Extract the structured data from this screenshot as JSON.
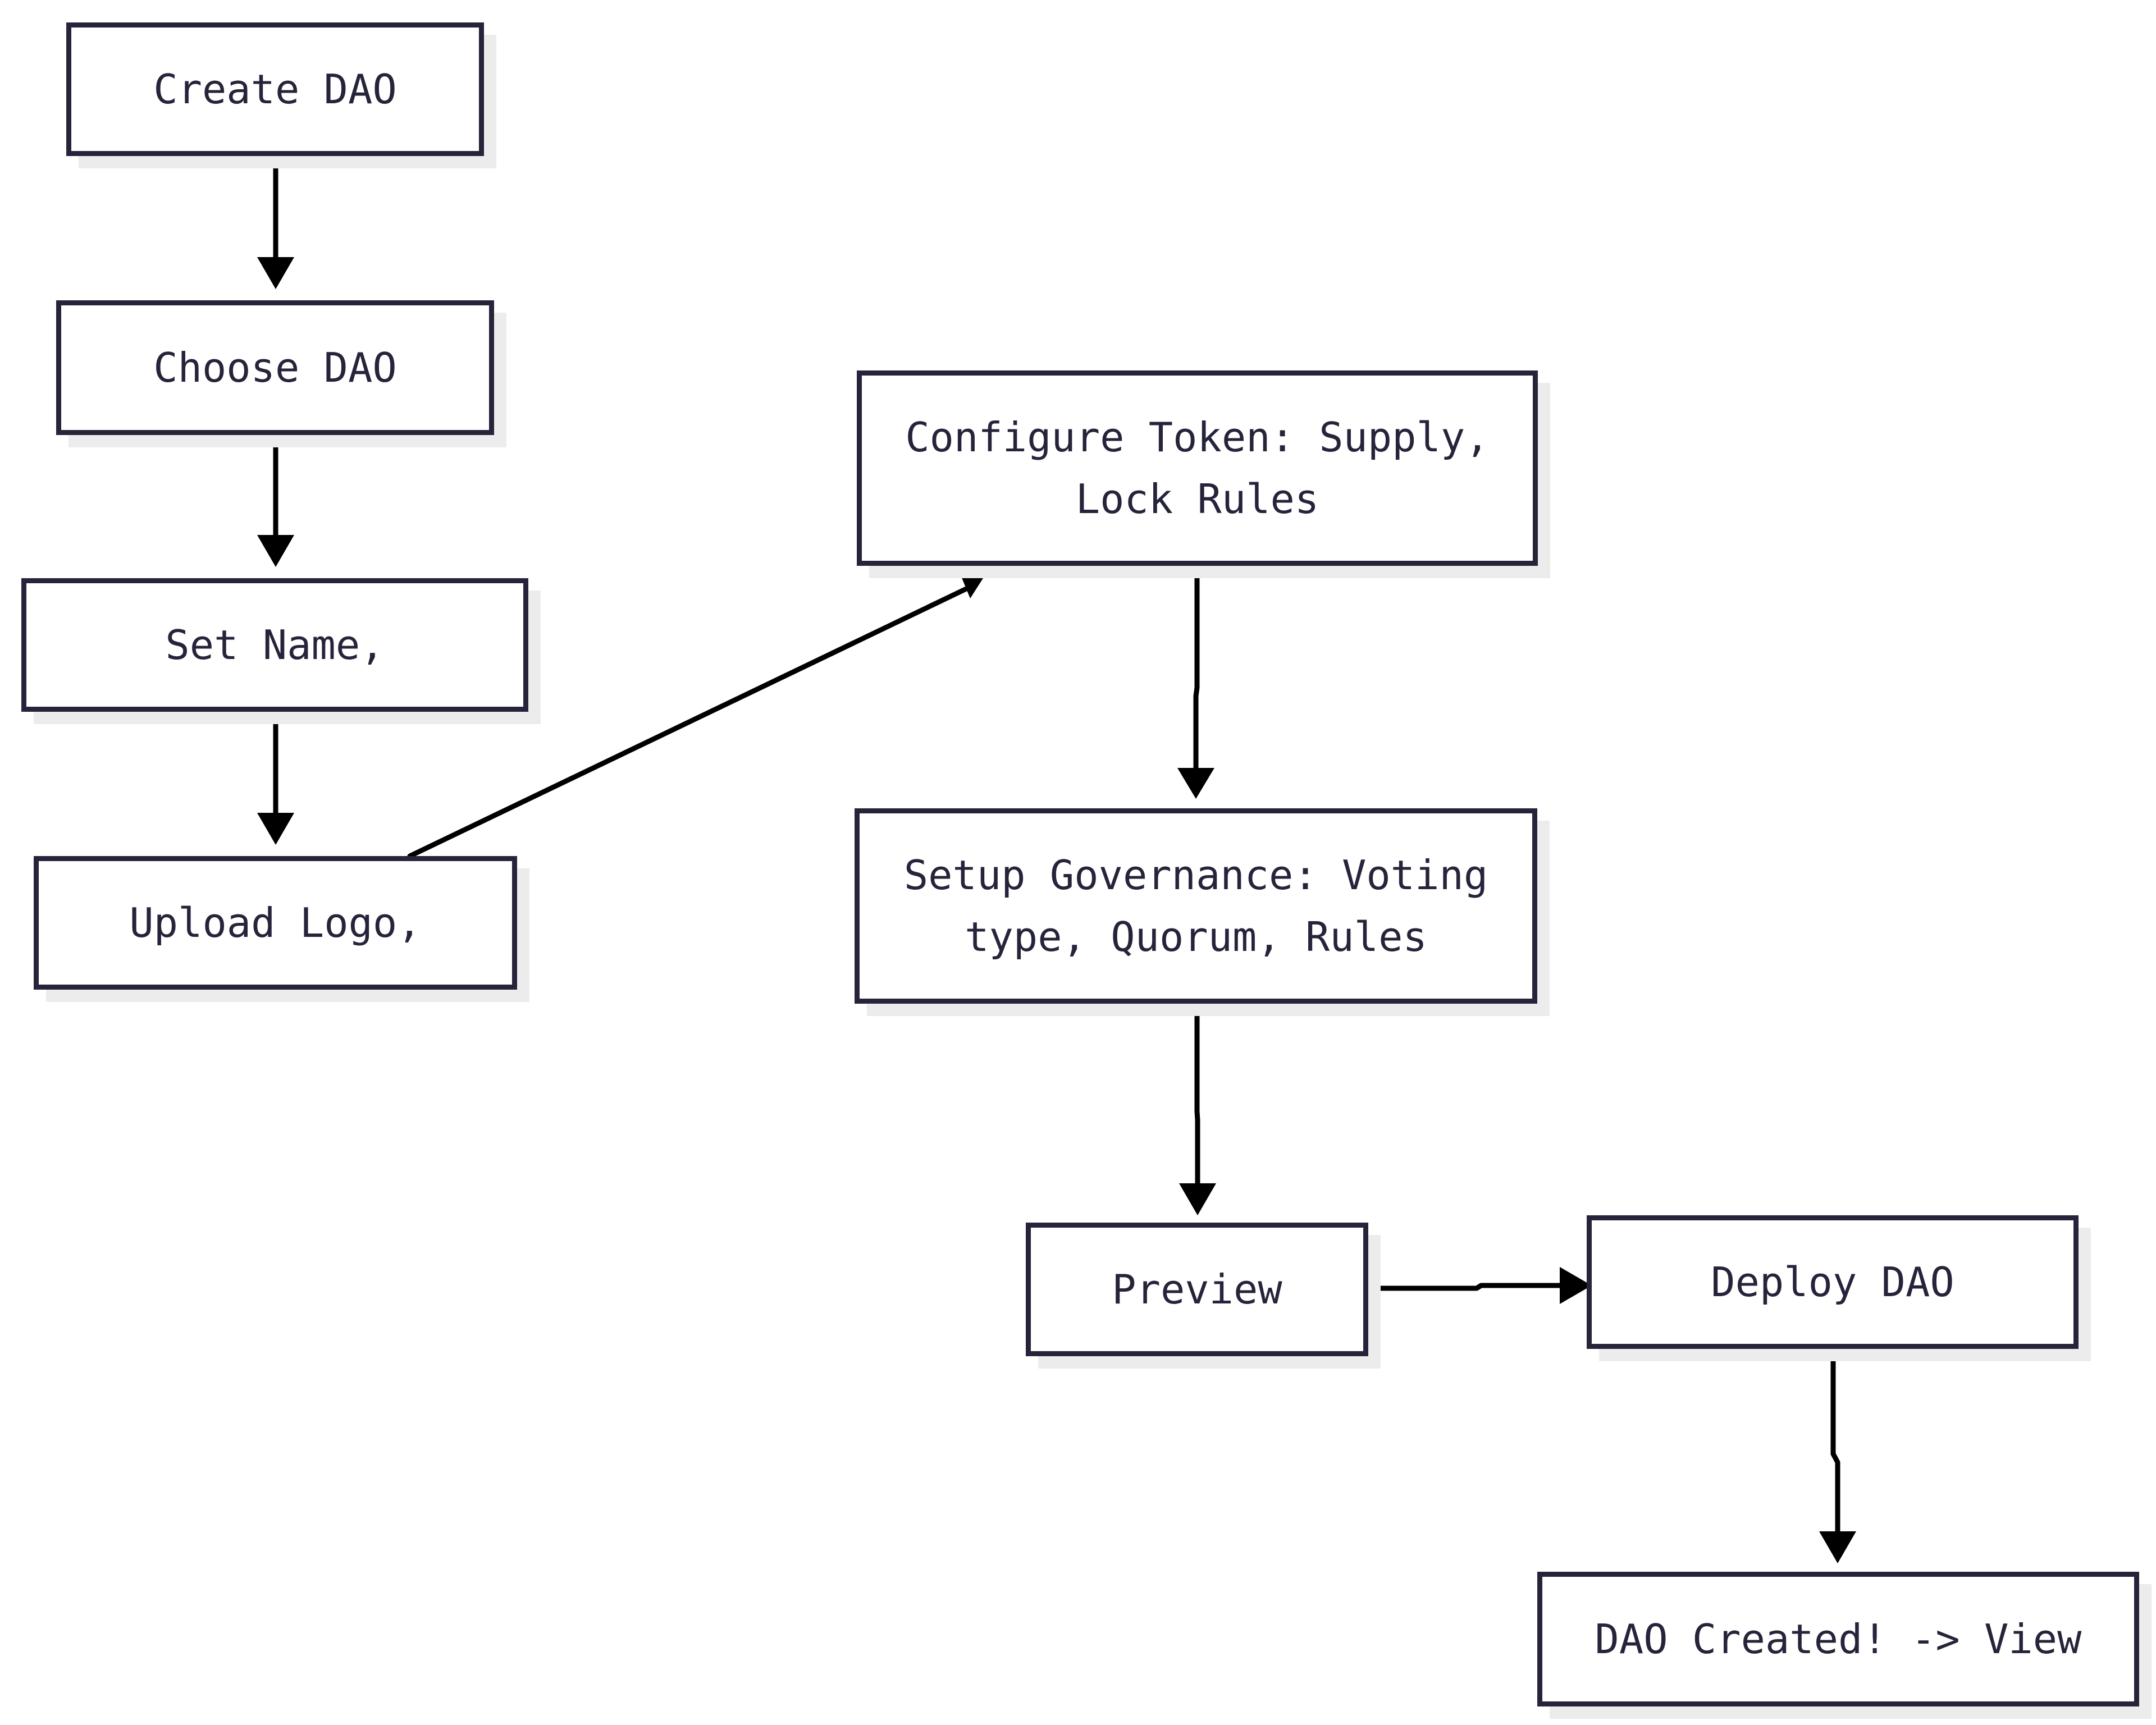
{
  "diagram": {
    "type": "flowchart",
    "nodes": {
      "create_dao": "Create DAO",
      "choose_dao": "Choose DAO",
      "set_name": "Set Name,",
      "upload_logo": "Upload Logo,",
      "configure_token": "Configure Token: Supply, Lock Rules",
      "setup_governance": "Setup Governance: Voting type, Quorum, Rules",
      "preview": "Preview",
      "deploy_dao": "Deploy DAO",
      "dao_created": "DAO Created! -> View"
    },
    "edges": [
      {
        "from": "Create DAO",
        "to": "Choose DAO"
      },
      {
        "from": "Choose DAO",
        "to": "Set Name,"
      },
      {
        "from": "Set Name,",
        "to": "Upload Logo,"
      },
      {
        "from": "Upload Logo,",
        "to": "Configure Token: Supply, Lock Rules"
      },
      {
        "from": "Configure Token: Supply, Lock Rules",
        "to": "Setup Governance: Voting type, Quorum, Rules"
      },
      {
        "from": "Setup Governance: Voting type, Quorum, Rules",
        "to": "Preview"
      },
      {
        "from": "Preview",
        "to": "Deploy DAO"
      },
      {
        "from": "Deploy DAO",
        "to": "DAO Created! -> View"
      }
    ],
    "colors": {
      "node_border": "#25243a",
      "node_text": "#25243a",
      "node_shadow": "#ececec",
      "edge": "#000000",
      "background": "#ffffff"
    }
  }
}
